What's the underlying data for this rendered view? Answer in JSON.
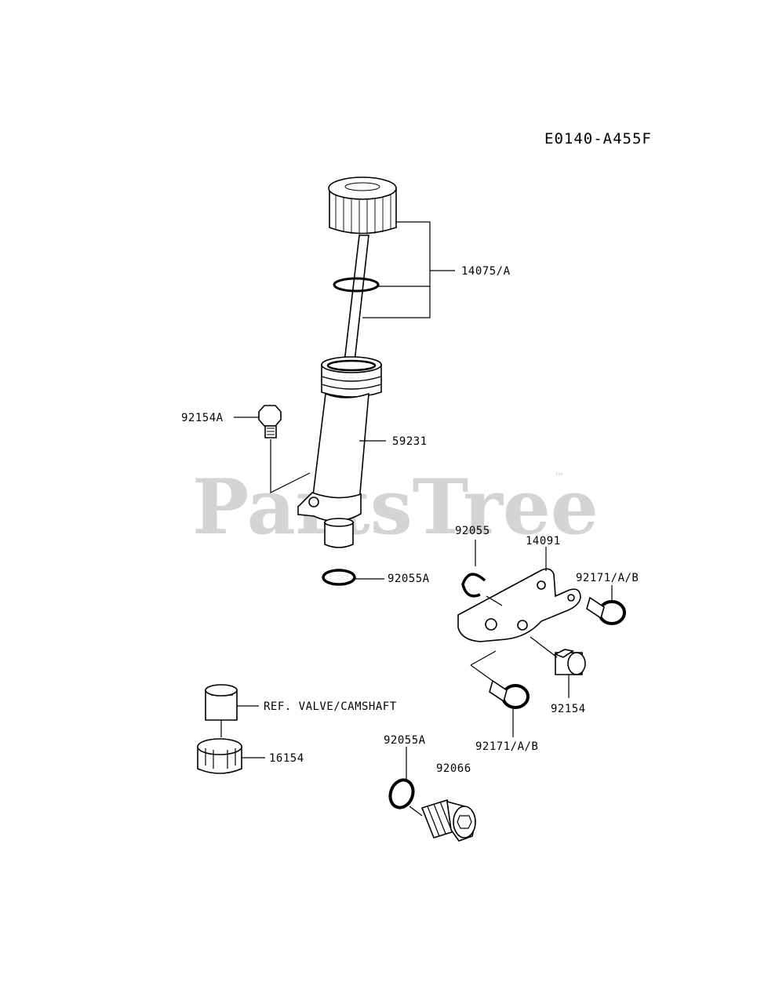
{
  "diagram_code": "E0140-A455F",
  "watermark": {
    "text": "PartsTree",
    "trademark": "™"
  },
  "callouts": [
    {
      "id": "cap",
      "text": "14075/A"
    },
    {
      "id": "tube",
      "text": "59231"
    },
    {
      "id": "bolt_left",
      "text": "92154A"
    },
    {
      "id": "oring_tube",
      "text": "92055A"
    },
    {
      "id": "ring_clip",
      "text": "92055"
    },
    {
      "id": "bracket",
      "text": "14091"
    },
    {
      "id": "clamp_right",
      "text": "92171/A/B"
    },
    {
      "id": "bolt_right",
      "text": "92154"
    },
    {
      "id": "clamp_bottom",
      "text": "92171/A/B"
    },
    {
      "id": "ref_note",
      "text": "REF. VALVE/CAMSHAFT"
    },
    {
      "id": "gear",
      "text": "16154"
    },
    {
      "id": "oring_plug",
      "text": "92055A"
    },
    {
      "id": "plug",
      "text": "92066"
    }
  ]
}
